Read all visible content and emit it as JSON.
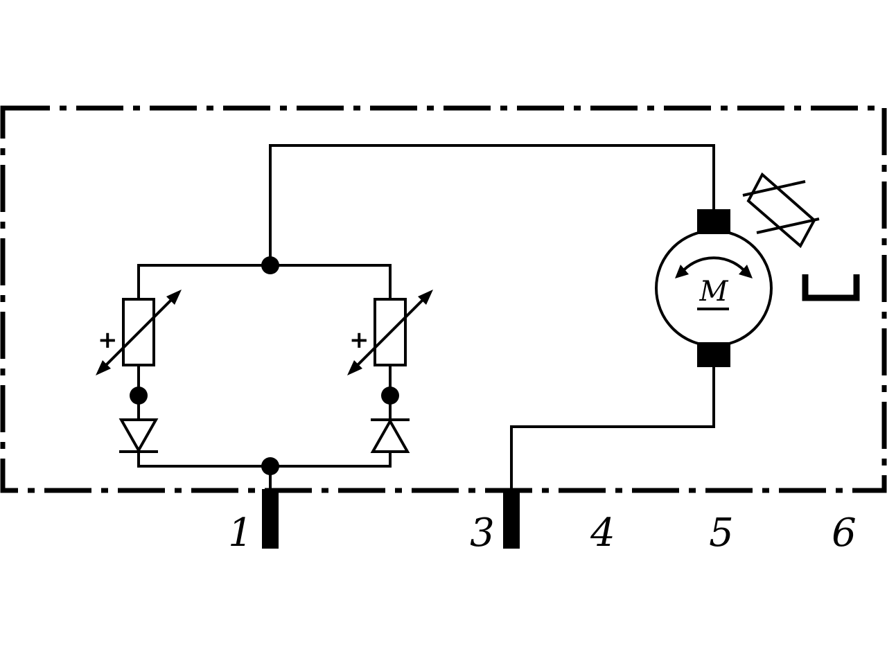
{
  "diagram": {
    "terminals": [
      {
        "label": "1",
        "connected": true
      },
      {
        "label": "3",
        "connected": true
      },
      {
        "label": "4",
        "connected": false
      },
      {
        "label": "5",
        "connected": false
      },
      {
        "label": "6",
        "connected": false
      }
    ],
    "thermistor_left": {
      "symbol": "+"
    },
    "thermistor_right": {
      "symbol": "+"
    },
    "motor": {
      "symbol": "M"
    },
    "icons": {
      "motor": "dc-motor-icon",
      "thermistor": "ptc-thermistor-icon",
      "diode": "diode-icon",
      "gear_assembly": "gearbox-icon",
      "mounting": "mounting-bracket-icon"
    }
  }
}
